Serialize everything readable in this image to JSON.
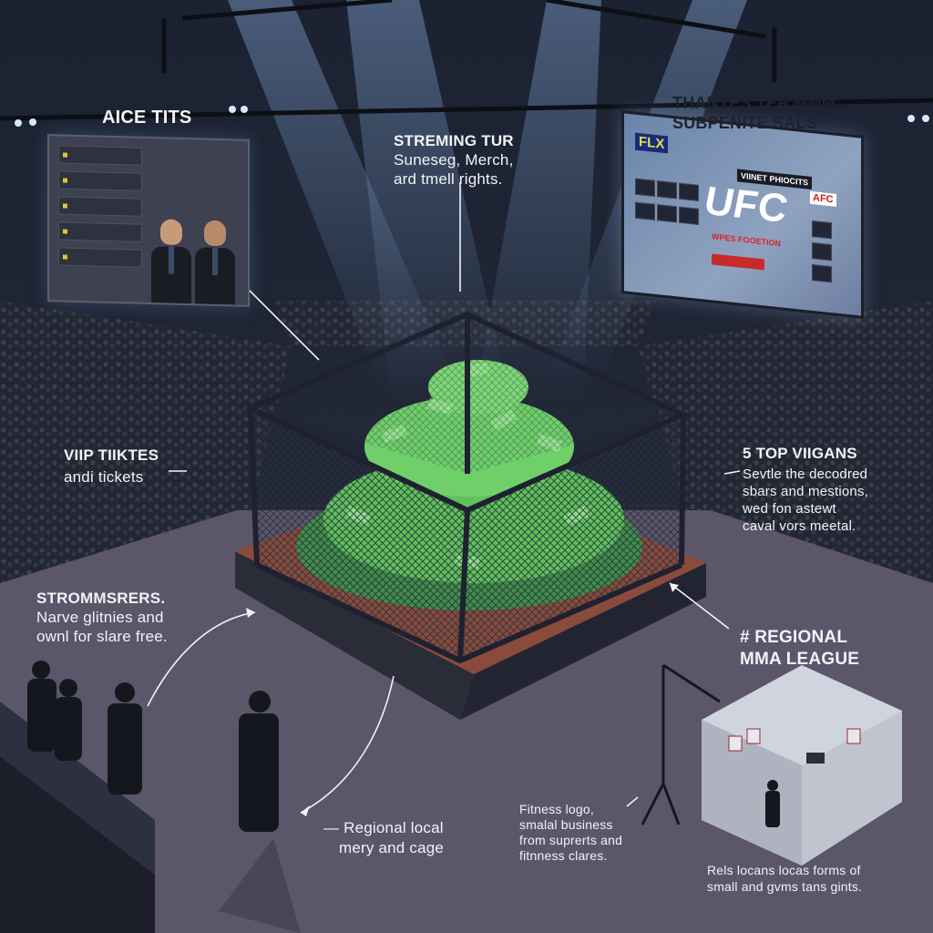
{
  "colors": {
    "background": "#1b1f2b",
    "floor": "#5b566a",
    "cash": "#5fc25a",
    "cage_frame": "#1e2130",
    "label_text": "#f2f3f5",
    "label_dark": "#1e2230"
  },
  "labels": {
    "top_left": {
      "title": "AICE TITS"
    },
    "top_center": {
      "title": "STREMING TUR",
      "line1": "Suneseg, Merch,",
      "line2": "ard tmell rights."
    },
    "top_right": {
      "line1": "THANTES TER MMM",
      "line2": "SUBPENITE SALS"
    },
    "mid_left": {
      "title": "VIIP TIIKTES",
      "line1": "andi tickets"
    },
    "mid_right": {
      "title": "5 TOP VIIGANS",
      "line1": "Sevtle the decodred",
      "line2": "sbars and mestions,",
      "line3": "wed fon astewt",
      "line4": "caval vors meetal."
    },
    "lower_left": {
      "title": "STROMMSRERS.",
      "line1": "Narve glitnies and",
      "line2": "ownl for slare free."
    },
    "lower_right": {
      "title": "# REGIONAL",
      "line1": "MMA LEAGUE"
    },
    "bottom_center": {
      "line1": "— Regional local",
      "line2": "mery and cage"
    },
    "bottom_mid_right": {
      "line1": "Fitness logo,",
      "line2": "smalal business",
      "line3": "from suprerts and",
      "line4": "fitnness clares."
    },
    "bottom_right": {
      "line1": "Rels locans locas forms of",
      "line2": "small and gvms tans gints."
    }
  },
  "screen_right": {
    "brand": "UFC",
    "tag": "FLX",
    "tag2": "VIINET PHIOCITS",
    "tag3": "AFC",
    "promo": "WPES FOOETION"
  },
  "icons": {
    "cage": "cage-icon",
    "cash": "cash-pile-icon",
    "spotlight": "spotlight-icon",
    "booth": "booth-icon"
  }
}
